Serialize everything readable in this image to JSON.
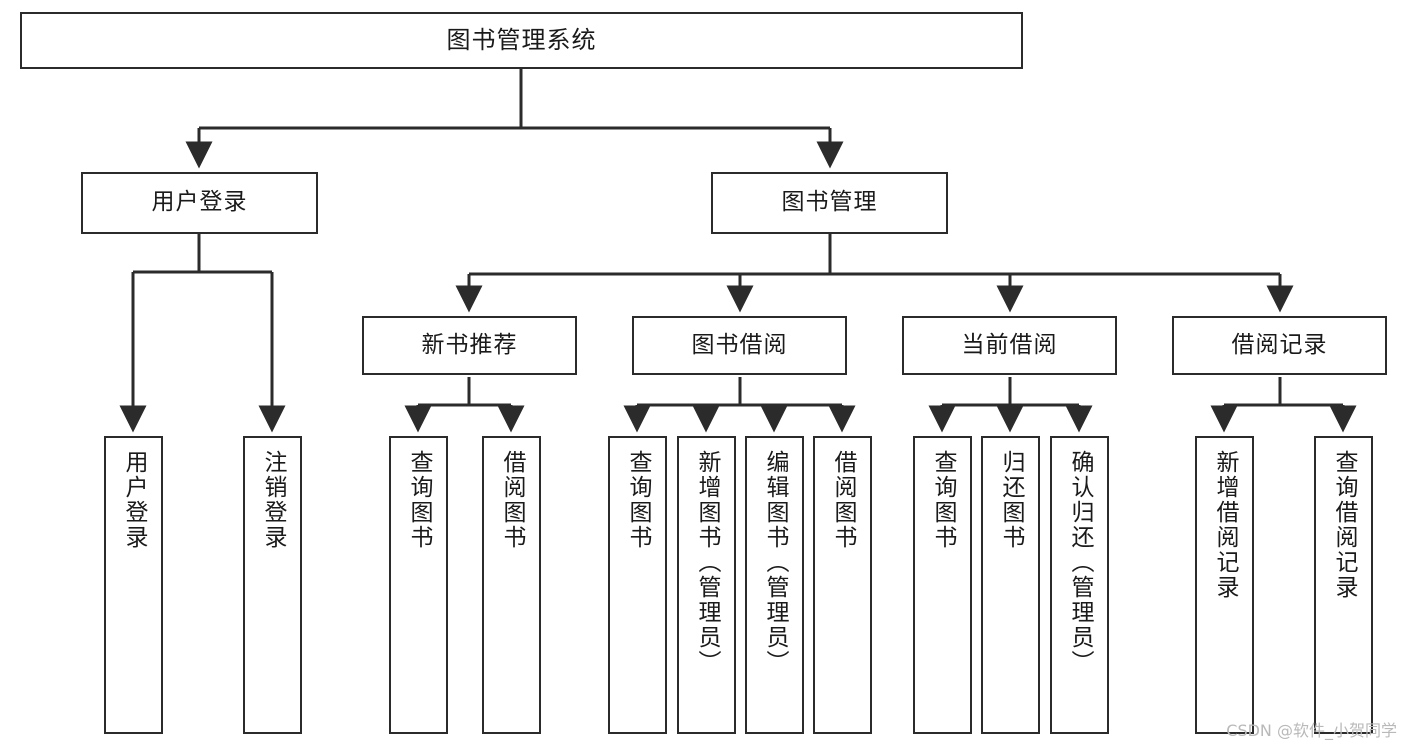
{
  "diagram": {
    "type": "tree",
    "title": "图书管理系统",
    "watermark": "CSDN @软件_小贺同学",
    "style": {
      "box_border_color": "#2b2b2b",
      "box_fill": "#ffffff",
      "edge_color": "#2b2b2b",
      "text_color": "#1a1a1a",
      "watermark_color": "#b9b9b9"
    },
    "nodes": {
      "root": {
        "label": "图书管理系统"
      },
      "level2": [
        {
          "id": "user-login",
          "label": "用户登录"
        },
        {
          "id": "book-manage",
          "label": "图书管理"
        }
      ],
      "level3": [
        {
          "id": "new-book-rec",
          "label": "新书推荐"
        },
        {
          "id": "book-borrow",
          "label": "图书借阅"
        },
        {
          "id": "current-borrow",
          "label": "当前借阅"
        },
        {
          "id": "borrow-record",
          "label": "借阅记录"
        }
      ],
      "leaves": {
        "user_login": [
          {
            "id": "leaf-user-login",
            "label": "用户登录"
          },
          {
            "id": "leaf-logout",
            "label": "注销登录"
          }
        ],
        "new_book_rec": [
          {
            "id": "leaf-query-book-1",
            "label": "查询图书"
          },
          {
            "id": "leaf-borrow-book-1",
            "label": "借阅图书"
          }
        ],
        "book_borrow": [
          {
            "id": "leaf-query-book-2",
            "label": "查询图书"
          },
          {
            "id": "leaf-add-book",
            "label": "新增图书（管理员）"
          },
          {
            "id": "leaf-edit-book",
            "label": "编辑图书（管理员）"
          },
          {
            "id": "leaf-borrow-book-2",
            "label": "借阅图书"
          }
        ],
        "current_borrow": [
          {
            "id": "leaf-query-book-3",
            "label": "查询图书"
          },
          {
            "id": "leaf-return-book",
            "label": "归还图书"
          },
          {
            "id": "leaf-confirm-return",
            "label": "确认归还（管理员）"
          }
        ],
        "borrow_record": [
          {
            "id": "leaf-add-record",
            "label": "新增借阅记录"
          },
          {
            "id": "leaf-query-record",
            "label": "查询借阅记录"
          }
        ]
      }
    }
  }
}
